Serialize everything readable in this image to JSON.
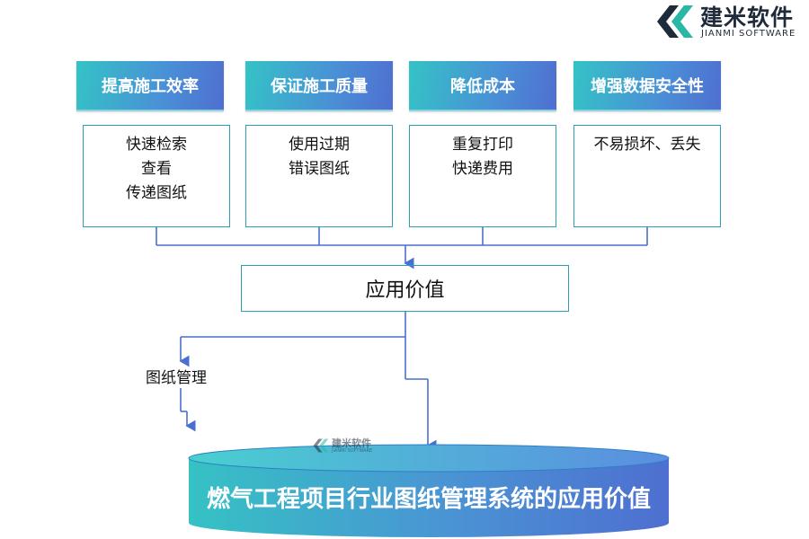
{
  "brand": {
    "name": "建米软件",
    "sub": "JIANMI SOFTWARE"
  },
  "columns": [
    {
      "header": "提高施工效率",
      "lines": [
        "快速检索",
        "查看",
        "传递图纸"
      ]
    },
    {
      "header": "保证施工质量",
      "lines": [
        "使用过期",
        "错误图纸"
      ]
    },
    {
      "header": "降低成本",
      "lines": [
        "重复打印",
        "快递费用"
      ]
    },
    {
      "header": "增强数据安全性",
      "lines": [
        "不易损坏、丢失"
      ]
    }
  ],
  "value_box": "应用价值",
  "side_label": "图纸管理",
  "cylinder_title": "燃气工程项目行业图纸管理系统的应用价值",
  "watermark": {
    "name": "建米软件",
    "sub": "JIANMI SOFTWARE"
  },
  "colors": {
    "header_start": "#34c3c6",
    "header_end": "#4f6fd0",
    "connector": "#4a6fd0",
    "box_border": "#2aa0b2"
  }
}
